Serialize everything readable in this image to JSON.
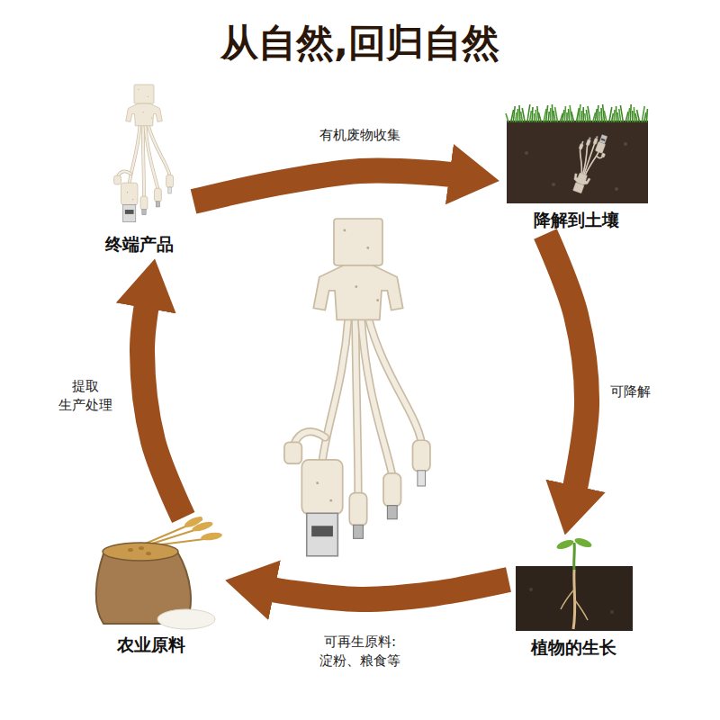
{
  "diagram": {
    "title": "从自然,回归自然",
    "nodes": [
      {
        "text": [
          "终端产品"
        ]
      },
      {
        "text": [
          "降解到土壤"
        ]
      },
      {
        "text": [
          "植物的生长"
        ]
      },
      {
        "text": [
          "农业原料"
        ]
      }
    ],
    "edges": [
      {
        "from": 0,
        "to": 1,
        "arrow": "to",
        "label": "有机废物收集"
      },
      {
        "from": 1,
        "to": 2,
        "arrow": "to",
        "label": "可降解"
      },
      {
        "from": 2,
        "to": 3,
        "arrow": "to",
        "label": "可再生原料: 淀粉、粮食等"
      },
      {
        "from": 3,
        "to": 0,
        "arrow": "to",
        "label": "提取 生产处理"
      }
    ]
  }
}
